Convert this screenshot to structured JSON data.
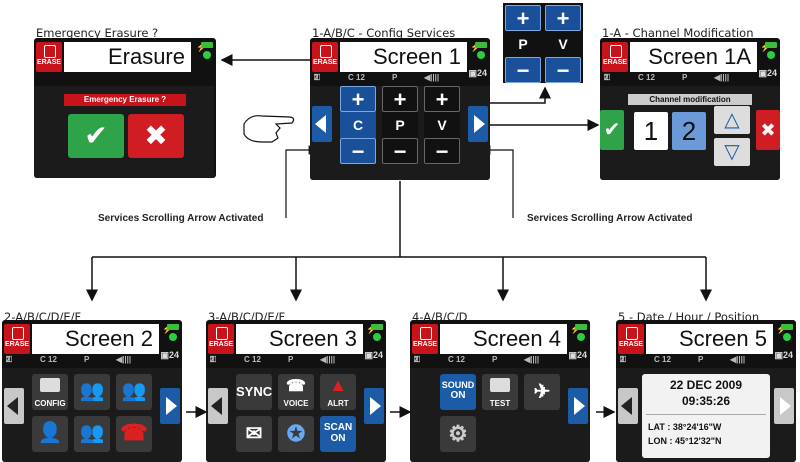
{
  "captions": {
    "erasure": "Emergency Erasure ?",
    "config": "1-A/B/C - Config Services",
    "chan": "1-A - Channel Modification",
    "s2": "2-A/B/C/D/E/F",
    "s3": "3-A/B/C/D/E/F",
    "s4": "4-A/B/C/D",
    "s5": "5 - Date / Hour / Position"
  },
  "notes": {
    "left": "Services Scrolling Arrow Activated",
    "right": "Services Scrolling Arrow Activated"
  },
  "status": {
    "key": "2",
    "channel": "C 12",
    "power": "P",
    "vol": "24"
  },
  "erase_label": "ERASE",
  "screens": {
    "erasure": {
      "title": "Erasure",
      "banner": "Emergency Erasure ?"
    },
    "s1": {
      "title": "Screen 1",
      "letters": [
        "C",
        "P",
        "V"
      ]
    },
    "popup": {
      "letters": [
        "P",
        "V"
      ]
    },
    "s1a": {
      "title": "Screen 1A",
      "banner": "Channel modification",
      "ch1": "1",
      "ch2": "2"
    },
    "s2": {
      "title": "Screen 2",
      "config": "CONFIG"
    },
    "s3": {
      "title": "Screen 3",
      "sync": "SYNC",
      "voice": "VOICE",
      "alrt": "ALRT",
      "scan": "SCAN",
      "scan_state": "ON"
    },
    "s4": {
      "title": "Screen 4",
      "sound": "SOUND",
      "sound_state": "ON",
      "test": "TEST"
    },
    "s5": {
      "title": "Screen 5",
      "date": "22 DEC 2009",
      "time": "09:35:26",
      "lat_label": "LAT",
      "lat": ": 38°24'16\"W",
      "lon_label": "LON",
      "lon": ": 45°12'32\"N"
    }
  }
}
